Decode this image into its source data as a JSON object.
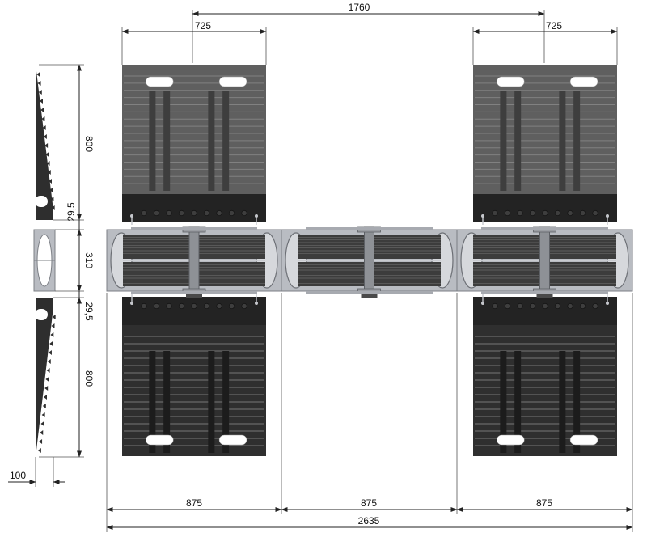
{
  "dimensions": {
    "ramp_spacing": "1760",
    "ramp_width_left": "725",
    "ramp_width_right": "725",
    "ramp_length_top": "800",
    "gap_top": "29,5",
    "channel_height": "310",
    "gap_bottom": "29,5",
    "ramp_length_bottom": "800",
    "profile_thickness": "100",
    "module_width_1": "875",
    "module_width_2": "875",
    "module_width_3": "875",
    "total_width": "2635"
  },
  "colors": {
    "ramp_top": "#5f5f5f",
    "ramp_bottom": "#2f2f2f",
    "ramp_base": "#232323",
    "channel_frame": "#b9bcc2",
    "channel_grate": "#3c3c3c",
    "channel_beam": "#8e9196",
    "profile": "#2e2e2e"
  }
}
